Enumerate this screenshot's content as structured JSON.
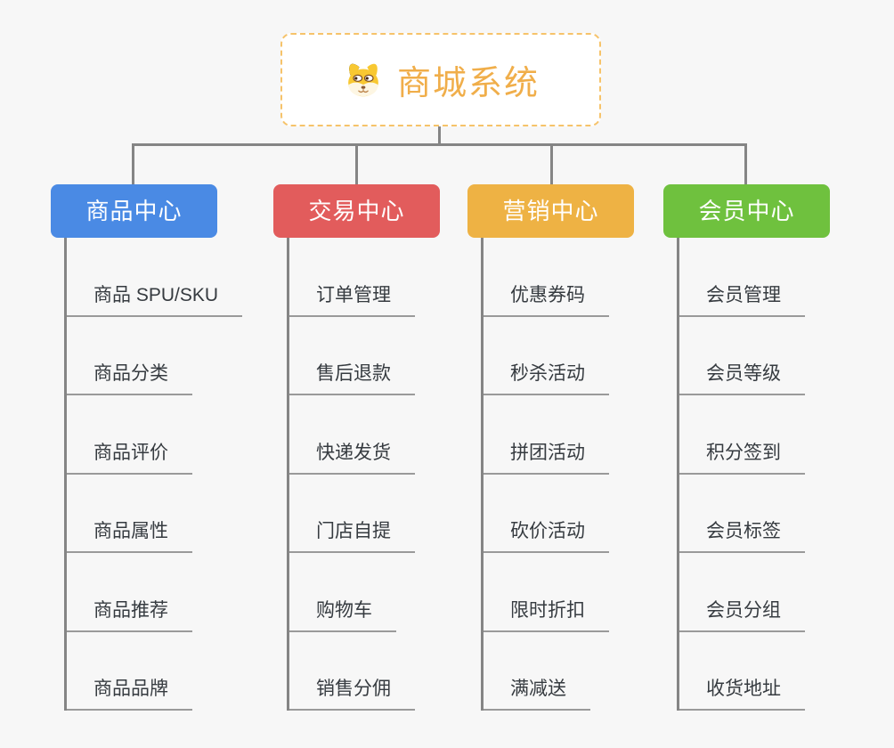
{
  "root": {
    "title": "商城系统",
    "icon": "shiba-dog-icon"
  },
  "colors": {
    "background": "#f7f7f7",
    "connector": "#858585",
    "root_border": "#f6c36a",
    "root_text": "#f0ae4a",
    "item_text": "#363b40",
    "item_underline": "#9a9a9a"
  },
  "branches": [
    {
      "label": "商品中心",
      "color": "#4a8ae4",
      "items": [
        "商品 SPU/SKU",
        "商品分类",
        "商品评价",
        "商品属性",
        "商品推荐",
        "商品品牌"
      ]
    },
    {
      "label": "交易中心",
      "color": "#e25c5c",
      "items": [
        "订单管理",
        "售后退款",
        "快递发货",
        "门店自提",
        "购物车",
        "销售分佣"
      ]
    },
    {
      "label": "营销中心",
      "color": "#eeb244",
      "items": [
        "优惠券码",
        "秒杀活动",
        "拼团活动",
        "砍价活动",
        "限时折扣",
        "满减送"
      ]
    },
    {
      "label": "会员中心",
      "color": "#6fc13e",
      "items": [
        "会员管理",
        "会员等级",
        "积分签到",
        "会员标签",
        "会员分组",
        "收货地址"
      ]
    }
  ]
}
